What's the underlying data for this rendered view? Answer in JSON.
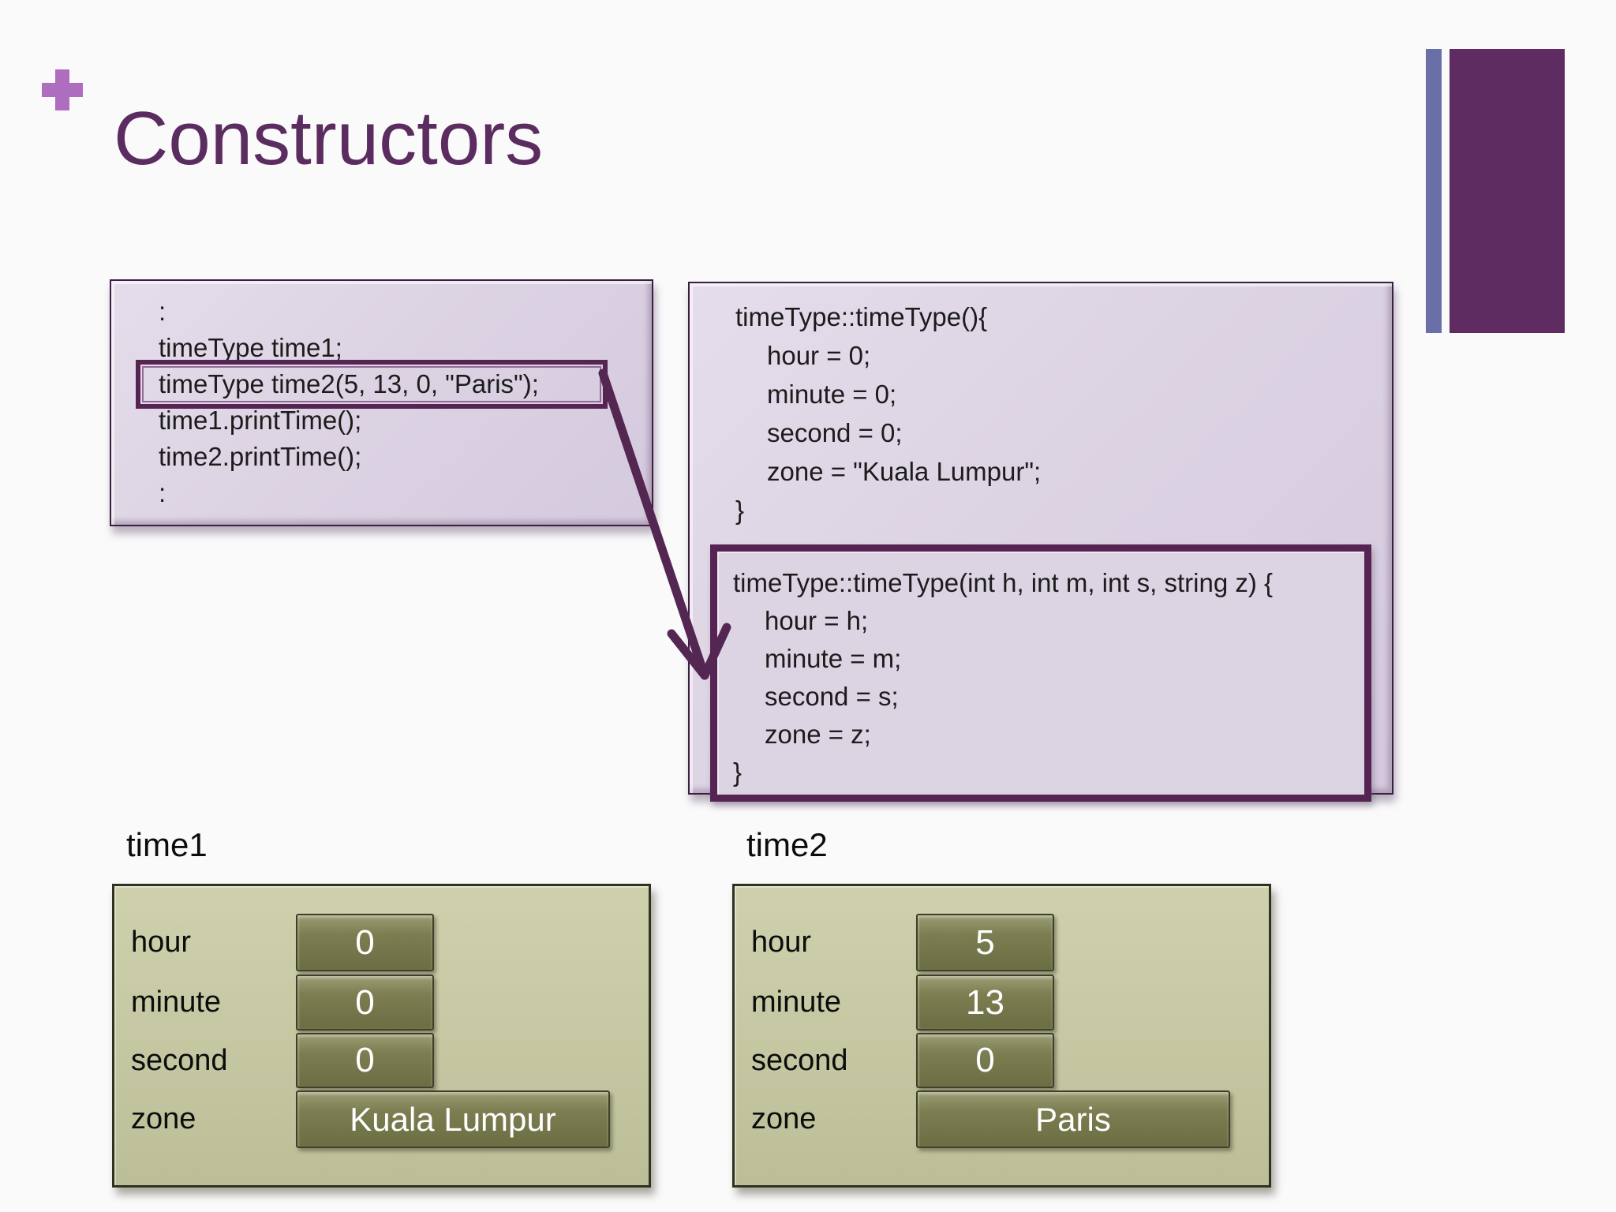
{
  "title": {
    "text": "Constructors"
  },
  "left_code": {
    "lines": [
      ":",
      "timeType time1;",
      "timeType time2(5, 13, 0, \"Paris\");",
      "time1.printTime();",
      "time2.printTime();",
      ":"
    ]
  },
  "right_code": {
    "default_constructor": [
      "timeType::timeType(){",
      "hour = 0;",
      "minute = 0;",
      "second = 0;",
      "zone = \"Kuala Lumpur\";",
      "}"
    ],
    "param_constructor": [
      "timeType::timeType(int h, int m, int s, string z) {",
      "hour = h;",
      "minute = m;",
      "second = s;",
      "zone = z;",
      "}"
    ]
  },
  "objects": [
    {
      "name": "time1",
      "fields": [
        {
          "label": "hour",
          "value": "0"
        },
        {
          "label": "minute",
          "value": "0"
        },
        {
          "label": "second",
          "value": "0"
        },
        {
          "label": "zone",
          "value": "Kuala Lumpur"
        }
      ]
    },
    {
      "name": "time2",
      "fields": [
        {
          "label": "hour",
          "value": "5"
        },
        {
          "label": "minute",
          "value": "13"
        },
        {
          "label": "second",
          "value": "0"
        },
        {
          "label": "zone",
          "value": "Paris"
        }
      ]
    }
  ],
  "colors": {
    "title_purple": "#5b2c5f",
    "plus_purple": "#ae6dbf",
    "bar_blue": "#6a6fa8",
    "bar_purple": "#5e2c61",
    "code_box_fill": "#dcd3e3",
    "highlight_border": "#552453",
    "arrow": "#542652",
    "object_box_fill": "#c5c7a2",
    "value_cell_fill": "#7c7e52",
    "value_text": "#ffffff"
  }
}
